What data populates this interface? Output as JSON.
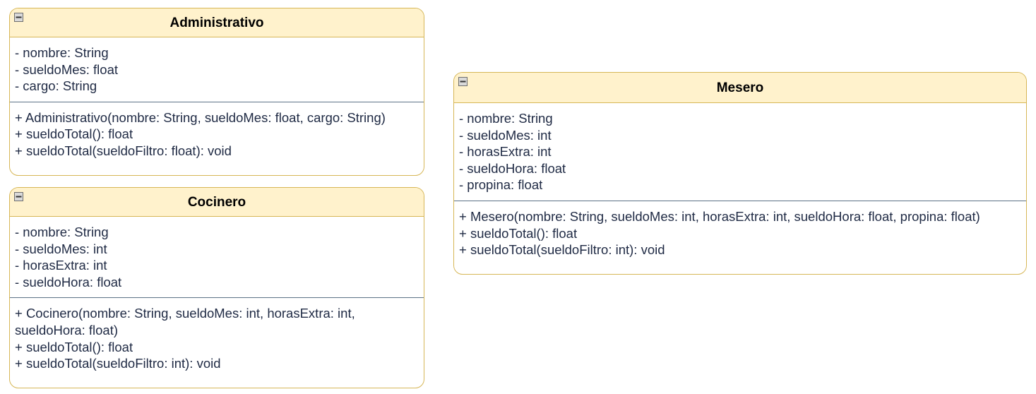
{
  "diagram": {
    "classes": [
      {
        "name": "Administrativo",
        "attributes": [
          "- nombre: String",
          "- sueldoMes: float",
          "- cargo: String"
        ],
        "methods": [
          "+ Administrativo(nombre: String, sueldoMes: float, cargo: String)",
          "+ sueldoTotal(): float",
          "+ sueldoTotal(sueldoFiltro: float): void"
        ]
      },
      {
        "name": "Cocinero",
        "attributes": [
          "- nombre: String",
          "- sueldoMes: int",
          "- horasExtra: int",
          "- sueldoHora: float"
        ],
        "methods": [
          "+ Cocinero(nombre: String, sueldoMes: int, horasExtra: int, sueldoHora: float)",
          "+ sueldoTotal(): float",
          "+ sueldoTotal(sueldoFiltro: int): void"
        ]
      },
      {
        "name": "Mesero",
        "attributes": [
          "- nombre: String",
          "- sueldoMes: int",
          "- horasExtra: int",
          "- sueldoHora: float",
          "- propina: float"
        ],
        "methods": [
          "+ Mesero(nombre: String, sueldoMes: int, horasExtra: int, sueldoHora: float, propina: float)",
          "+ sueldoTotal(): float",
          "+ sueldoTotal(sueldoFiltro: int): void"
        ]
      }
    ],
    "colors": {
      "header_fill": "#fff2cc",
      "border": "#d6b656",
      "divider": "#5b7186",
      "text": "#1f2a44"
    },
    "icons": {
      "collapse": "collapse-icon"
    }
  }
}
